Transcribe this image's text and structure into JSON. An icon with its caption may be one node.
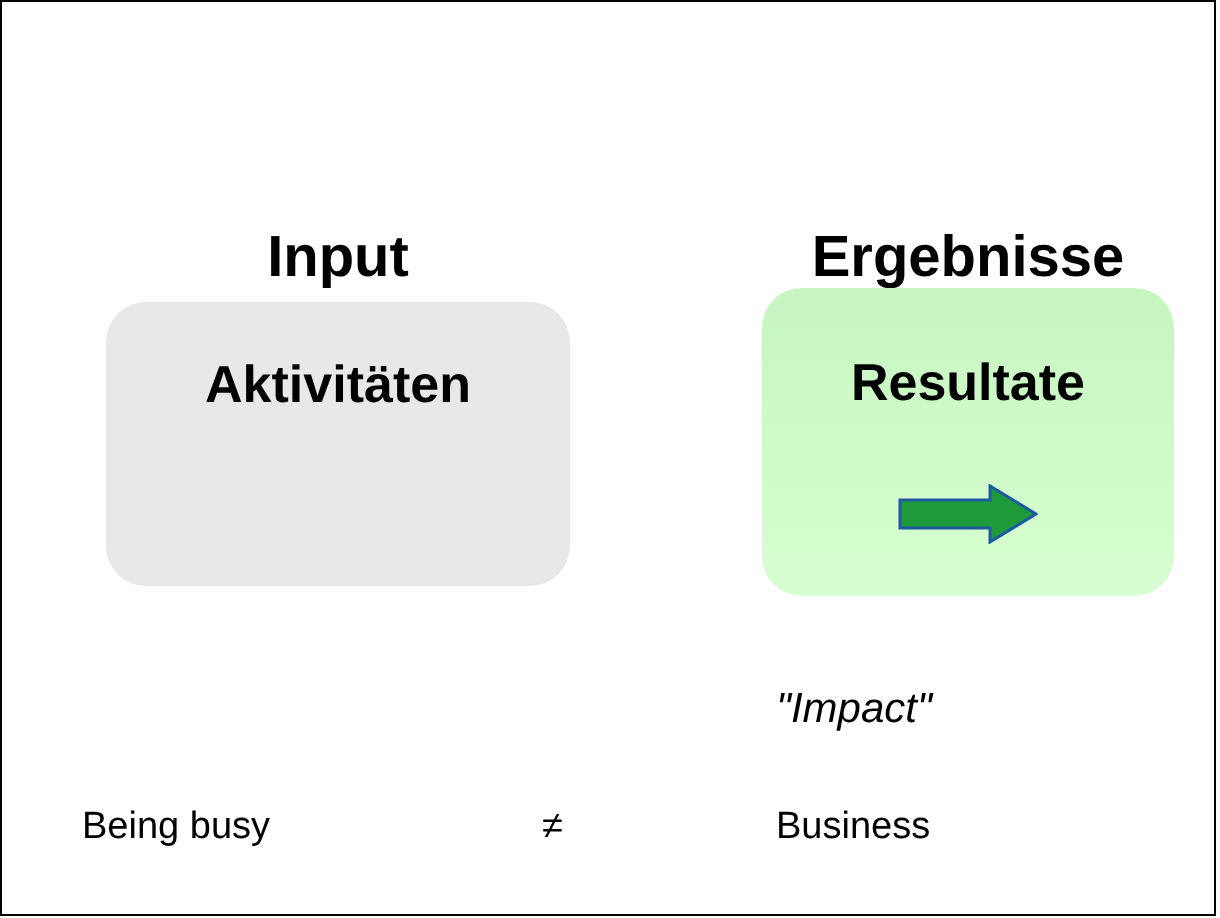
{
  "diagram": {
    "nodes": [
      {
        "text": [
          "Input",
          "Aktivitäten"
        ]
      },
      {
        "text": [
          "Ergebnisse",
          "Resultate"
        ],
        "beside": [
          "\"Impact\""
        ]
      }
    ],
    "labels": [
      "Being busy",
      "≠",
      "Business"
    ]
  }
}
